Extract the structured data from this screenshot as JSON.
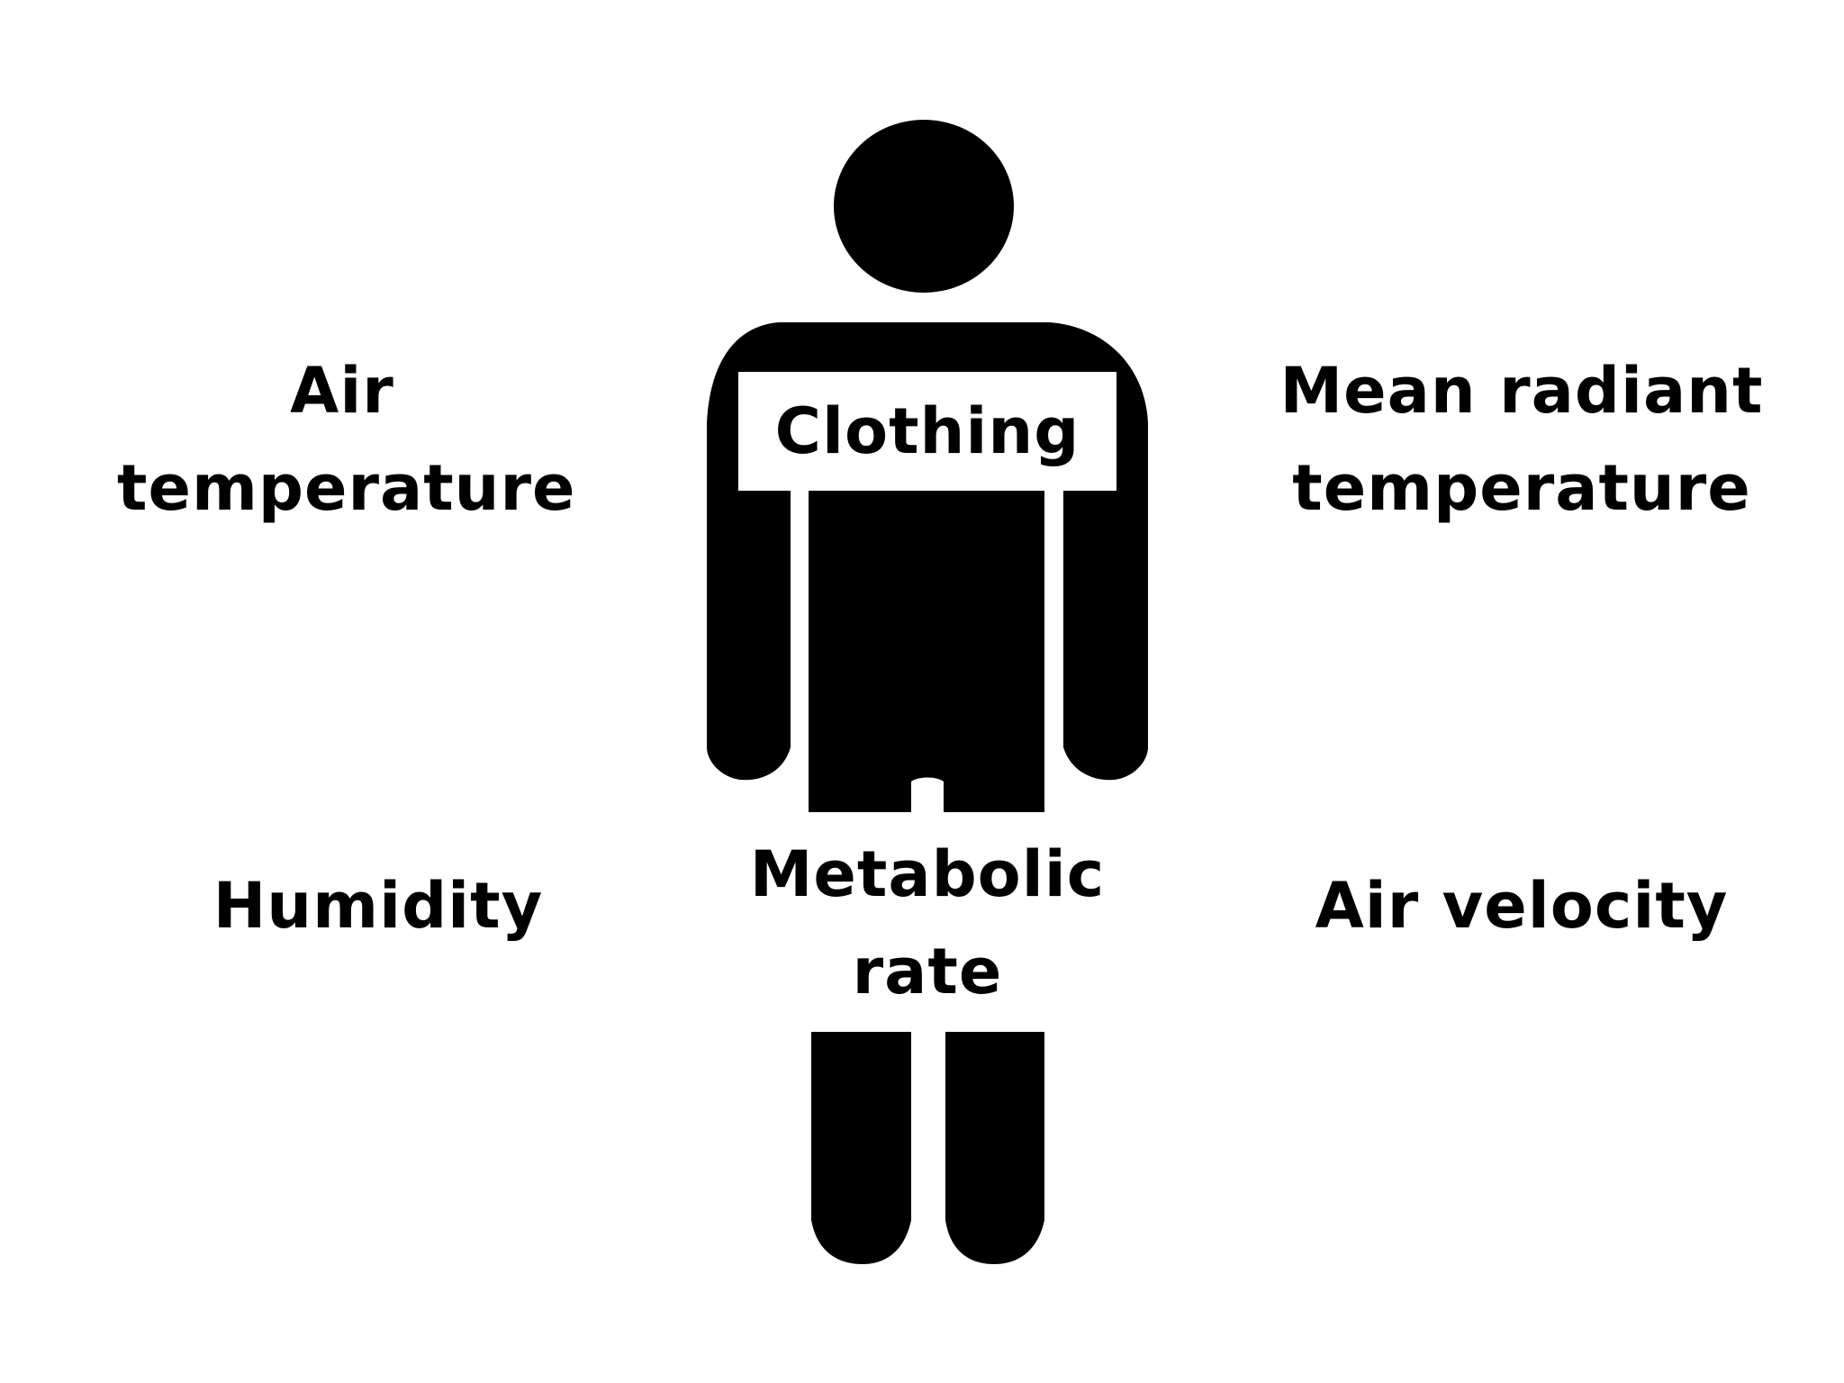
{
  "labels": {
    "air_temperature": [
      "Air",
      "temperature"
    ],
    "mean_radiant_temperature": [
      "Mean radiant",
      "temperature"
    ],
    "humidity": [
      "Humidity"
    ],
    "air_velocity": [
      "Air velocity"
    ],
    "metabolic_rate": [
      "Metabolic",
      "rate"
    ],
    "clothing": "Clothing"
  },
  "colors": {
    "figure": "#000000",
    "background": "#ffffff"
  },
  "icons": {
    "person": "person-icon"
  }
}
